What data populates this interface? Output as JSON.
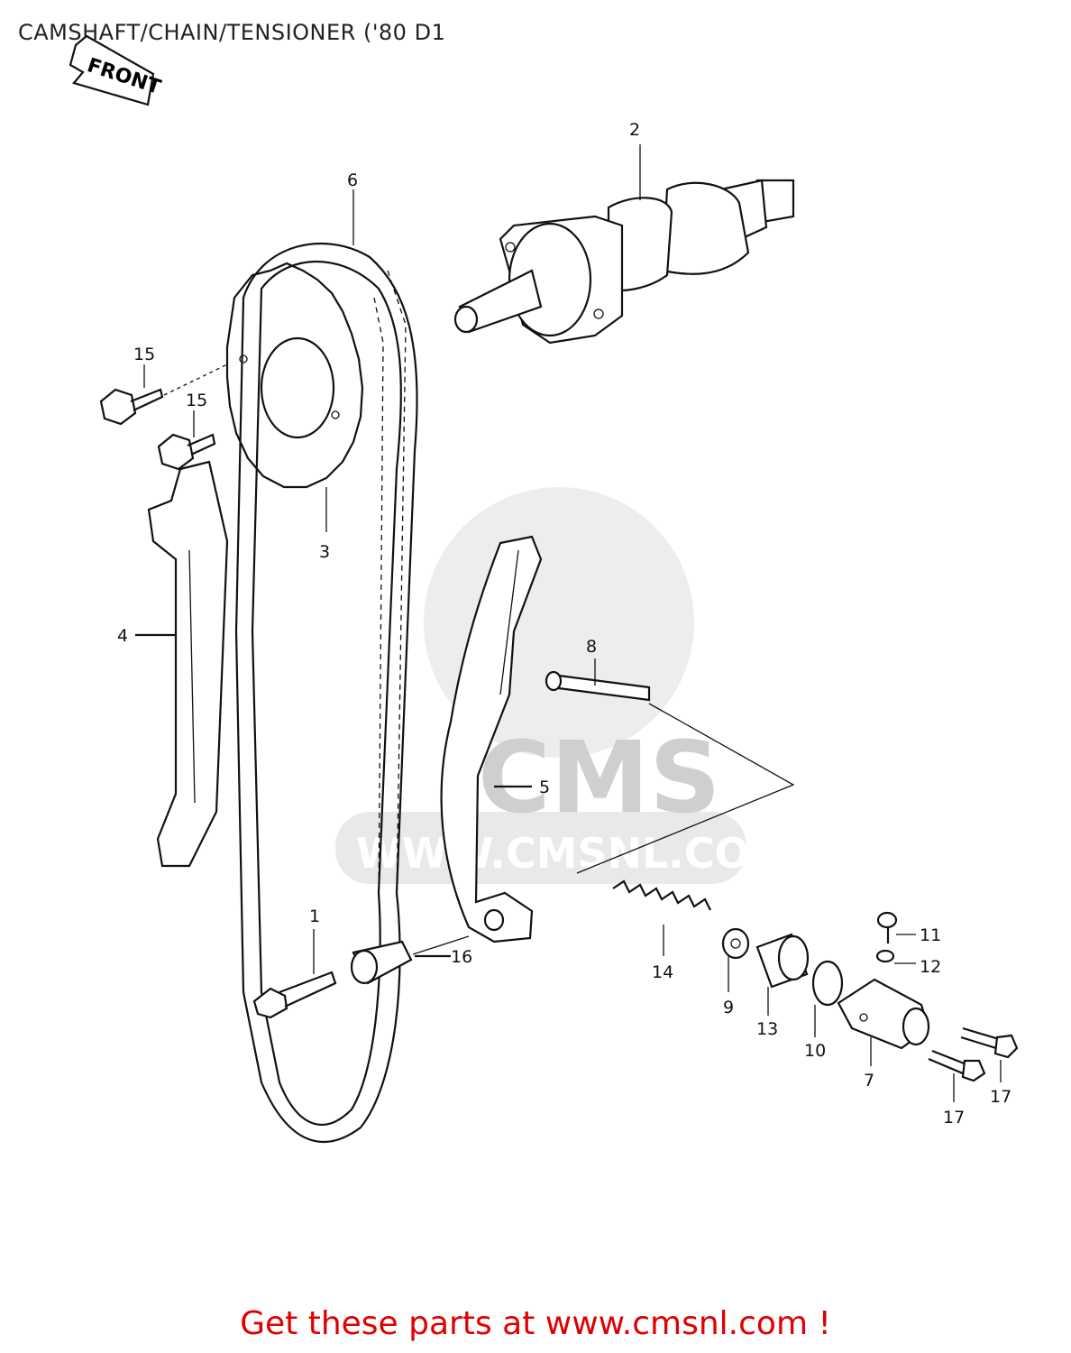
{
  "title": "CAMSHAFT/CHAIN/TENSIONER ('80 D1",
  "footer": "Get these parts at www.cmsnl.com !",
  "colors": {
    "footer": "#e00000",
    "lines": "#111111",
    "watermark": "#d0d0d0"
  },
  "front_indicator": "FRONT",
  "watermark": {
    "brand": "CMS",
    "url": "WWW.CMSNL.COM"
  },
  "callouts": [
    {
      "id": "c1",
      "label": "1"
    },
    {
      "id": "c2",
      "label": "2"
    },
    {
      "id": "c3",
      "label": "3"
    },
    {
      "id": "c4",
      "label": "4"
    },
    {
      "id": "c5",
      "label": "5"
    },
    {
      "id": "c6",
      "label": "6"
    },
    {
      "id": "c7",
      "label": "7"
    },
    {
      "id": "c8",
      "label": "8"
    },
    {
      "id": "c9",
      "label": "9"
    },
    {
      "id": "c10",
      "label": "10"
    },
    {
      "id": "c11",
      "label": "11"
    },
    {
      "id": "c12",
      "label": "12"
    },
    {
      "id": "c13",
      "label": "13"
    },
    {
      "id": "c14",
      "label": "14"
    },
    {
      "id": "c15a",
      "label": "15"
    },
    {
      "id": "c15b",
      "label": "15"
    },
    {
      "id": "c16",
      "label": "16"
    },
    {
      "id": "c17a",
      "label": "17"
    },
    {
      "id": "c17b",
      "label": "17"
    }
  ]
}
